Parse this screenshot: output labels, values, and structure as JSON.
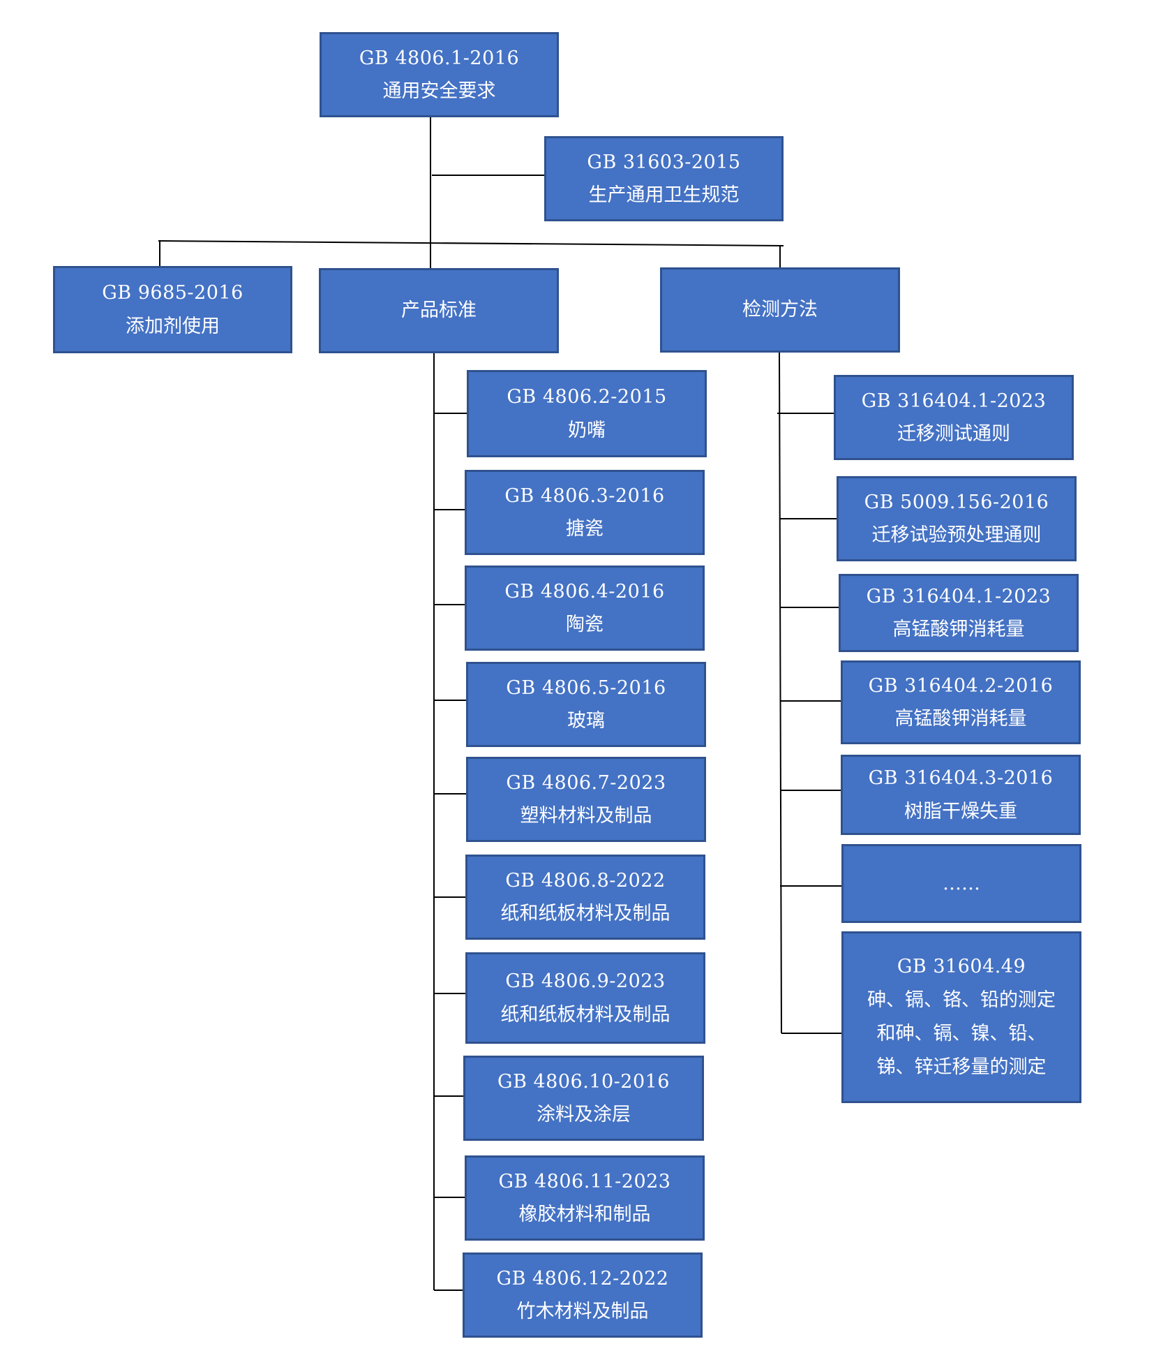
{
  "root": {
    "code": "GB 4806.1-2016",
    "name": "通用安全要求"
  },
  "hygiene": {
    "code": "GB 31603-2015",
    "name": "生产通用卫生规范"
  },
  "additive": {
    "code": "GB 9685-2016",
    "name": "添加剂使用"
  },
  "product_standards": {
    "label": "产品标准",
    "items": [
      {
        "code": "GB 4806.2-2015",
        "name": "奶嘴"
      },
      {
        "code": "GB 4806.3-2016",
        "name": "搪瓷"
      },
      {
        "code": "GB 4806.4-2016",
        "name": "陶瓷"
      },
      {
        "code": "GB 4806.5-2016",
        "name": "玻璃"
      },
      {
        "code": "GB 4806.7-2023",
        "name": "塑料材料及制品"
      },
      {
        "code": "GB 4806.8-2022",
        "name": "纸和纸板材料及制品"
      },
      {
        "code": "GB 4806.9-2023",
        "name": "纸和纸板材料及制品"
      },
      {
        "code": "GB 4806.10-2016",
        "name": "涂料及涂层"
      },
      {
        "code": "GB 4806.11-2023",
        "name": "橡胶材料和制品"
      },
      {
        "code": "GB 4806.12-2022",
        "name": "竹木材料及制品"
      }
    ]
  },
  "test_methods": {
    "label": "检测方法",
    "items": [
      {
        "code": "GB 316404.1-2023",
        "name": "迁移测试通则"
      },
      {
        "code": "GB 5009.156-2016",
        "name": "迁移试验预处理通则"
      },
      {
        "code": "GB 316404.1-2023",
        "name": "高锰酸钾消耗量"
      },
      {
        "code": "GB 316404.2-2016",
        "name": "高锰酸钾消耗量"
      },
      {
        "code": "GB 316404.3-2016",
        "name": "树脂干燥失重"
      },
      {
        "code": "",
        "name": "……"
      },
      {
        "code": "GB 31604.49",
        "name": "砷、镉、铬、铅的测定",
        "name2": "和砷、镉、镍、铅、",
        "name3": "锑、锌迁移量的测定"
      }
    ]
  },
  "colors": {
    "node_fill": "#4472c4",
    "node_border": "#2f528f",
    "text": "#ffffff",
    "connector": "#000000"
  }
}
